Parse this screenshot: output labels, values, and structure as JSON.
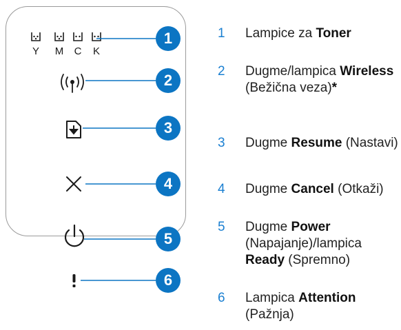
{
  "colors": {
    "accent": "#0c75c3",
    "number": "#1a7fd1",
    "panel_border": "#9a9a9a"
  },
  "ink_labels": [
    "Y",
    "M",
    "C",
    "K"
  ],
  "icons": [
    "toner-icon",
    "wireless-icon",
    "resume-icon",
    "cancel-icon",
    "power-icon",
    "attention-icon"
  ],
  "callouts": [
    "1",
    "2",
    "3",
    "4",
    "5",
    "6"
  ],
  "legend": [
    {
      "num": "1",
      "parts": [
        {
          "t": "Lampice za "
        },
        {
          "b": "Toner"
        }
      ]
    },
    {
      "num": "2",
      "parts": [
        {
          "t": "Dugme/lampica "
        },
        {
          "b": "Wireless"
        },
        {
          "t": " (Bežična veza)"
        },
        {
          "b": "*"
        }
      ]
    },
    {
      "num": "3",
      "parts": [
        {
          "t": "Dugme "
        },
        {
          "b": "Resume"
        },
        {
          "t": " (Nastavi)"
        }
      ]
    },
    {
      "num": "4",
      "parts": [
        {
          "t": "Dugme "
        },
        {
          "b": "Cancel"
        },
        {
          "t": " (Otkaži)"
        }
      ]
    },
    {
      "num": "5",
      "parts": [
        {
          "t": "Dugme "
        },
        {
          "b": "Power"
        },
        {
          "t": " (Napajanje)/lampica "
        },
        {
          "b": "Ready"
        },
        {
          "t": " (Spremno)"
        }
      ]
    },
    {
      "num": "6",
      "parts": [
        {
          "t": "Lampica "
        },
        {
          "b": "Attention"
        },
        {
          "t": " (Pažnja)"
        }
      ]
    }
  ]
}
